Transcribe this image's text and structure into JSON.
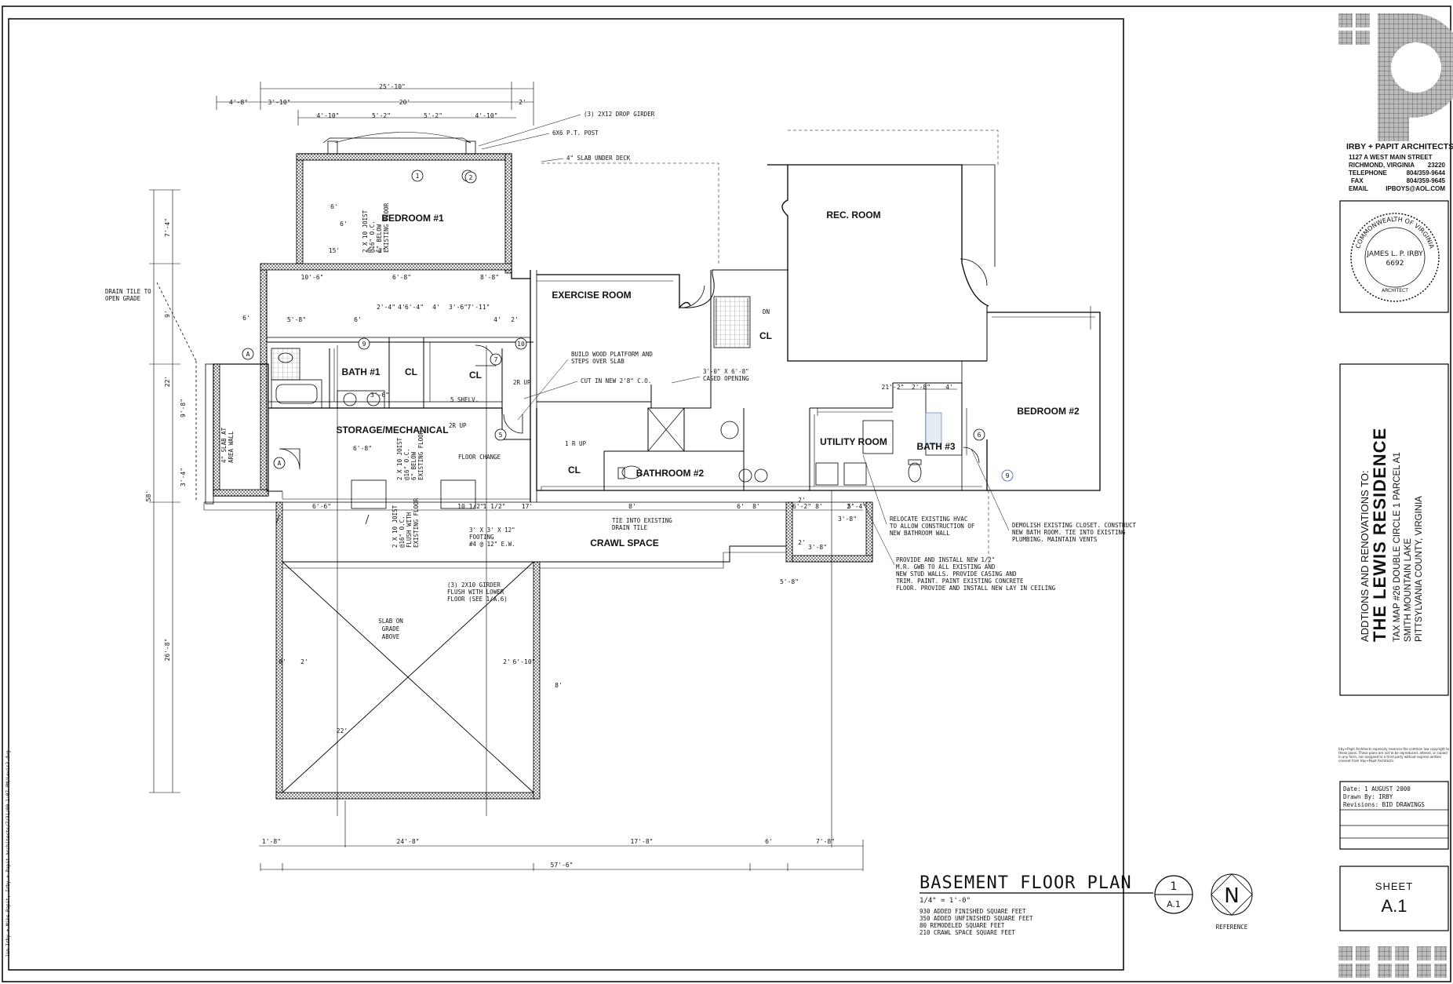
{
  "firm": {
    "name": "IRBY + PAPIT ARCHITECTS",
    "address1": "1127 A WEST MAIN STREET",
    "city": "RICHMOND, VIRGINIA",
    "zip": "23220",
    "telephone_label": "TELEPHONE",
    "telephone": "804/359-9644",
    "fax_label": "FAX",
    "fax": "804/359-9645",
    "email_label": "EMAIL",
    "email": "IPBOYS@AOL.COM"
  },
  "seal": {
    "top": "COMMONWEALTH OF VIRGINIA",
    "name": "JAMES L. P. IRBY",
    "number": "6692",
    "bottom": "ARCHITECT"
  },
  "project": {
    "subtitle": "ADDTIONS AND RENOVATIONS TO:",
    "title": "THE LEWIS RESIDENCE",
    "line1": "TAX MAP #26 DOUBLE CIRCLE 1 PARCEL A1",
    "line2": "SMITH MOUNTAIN LAKE",
    "line3": "PITTSYLVANIA COUNTY, VIRGINIA"
  },
  "copyright": "Irby+Papit Architects expressly reserves the common law copyright to these plans. These plans are not to be reproduced, altered, or copied in any form, nor assigned to a third party without express written consent from Irby+Papit Architects.",
  "info": {
    "date": "Date:  1 AUGUST 2000",
    "drawn": "Drawn By: IRBY",
    "revisions": "Revisions: BID DRAWINGS"
  },
  "sheet": {
    "label": "SHEET",
    "number": "A.1"
  },
  "plan": {
    "title": "BASEMENT FLOOR PLAN",
    "scale": "1/4\" = 1'-0\"",
    "bubble_num": "1",
    "bubble_sheet": "A.1",
    "north_label": "REFERENCE",
    "north_letter": "N",
    "sqft": [
      "930 ADDED FINISHED SQUARE FEET",
      "350 ADDED UNFINISHED SQUARE FEET",
      "80  REMODELED SQUARE FEET",
      "210 CRAWL SPACE SQUARE FEET"
    ]
  },
  "side_text": "Jim Irby + Mike Papit, Irby + Papit Architects/7/31/00 1:07 PM/Lewis3.dwg",
  "rooms": {
    "bedroom1": "BEDROOM #1",
    "rec": "REC. ROOM",
    "exercise": "EXERCISE ROOM",
    "bath1": "BATH #1",
    "cl": "CL",
    "storage": "STORAGE/MECHANICAL",
    "bathroom2": "BATHROOM #2",
    "utility": "UTILITY ROOM",
    "bath3": "BATH #3",
    "bedroom2": "BEDROOM #2",
    "crawl": "CRAWL SPACE",
    "slab1": "SLAB ON",
    "slab2": "GRADE",
    "slab3": "ABOVE"
  },
  "notes": {
    "girder": "(3) 2X12 DROP GIRDER",
    "post": "6X6 P.T. POST",
    "slabdeck": "4\" SLAB UNDER DECK",
    "drain1": "DRAIN TILE TO",
    "drain2": "OPEN GRADE",
    "platform1": "BUILD WOOD PLATFORM AND",
    "platform2": "STEPS OVER SLAB",
    "cutin": "CUT IN NEW 2'8\" C.O.",
    "cased1": "3'-0\" X 6'-8\"",
    "cased2": "CASED OPENING",
    "floorchange": "FLOOR CHANGE",
    "tie1": "TIE INTO EXISTING",
    "tie2": "DRAIN TILE",
    "footing1": "3' X 3' X 12\"",
    "footing2": "FOOTING",
    "footing3": "#4 @ 12\" E.W.",
    "girder2a": "(3) 2X10 GIRDER",
    "girder2b": "FLUSH WITH LOWER",
    "girder2c": "FLOOR (SEE 1/A.6)",
    "hvac1": "RELOCATE EXISTING HVAC",
    "hvac2": "TO ALLOW CONSTRUCTION OF",
    "hvac3": "NEW BATHROOM WALL",
    "demo1": "DEMOLISH EXISTING CLOSET. CONSTRUCT",
    "demo2": "NEW BATH ROOM. TIE INTO EXISTING",
    "demo3": "PLUMBING. MAINTAIN VENTS",
    "prov1": "PROVIDE AND INSTALL NEW 1/2\"",
    "prov2": "M.R. GWB TO ALL EXISTING AND",
    "prov3": "NEW STUD WALLS. PROVIDE CASING AND",
    "prov4": "TRIM. PAINT. PAINT EXISTING CONCRETE",
    "prov5": "FLOOR. PROVIDE AND INSTALL NEW LAY IN CEILING",
    "joist1": "2 X 10 JOIST",
    "joist2": "@16\" O.C.",
    "joist3": "6\" BELOW",
    "joist4": "EXISTING FLOOR",
    "joistb3": "FLUSH WITH",
    "areawall1": "4\" SLAB AT",
    "areawall2": "AREA WALL",
    "up2r": "2R UP",
    "up1r": "1 R UP",
    "shelv": "5 SHELV.",
    "dn": "DN"
  },
  "dims": {
    "top_total": "25'-10\"",
    "top_a": "4'-8\"",
    "top_b": "3'-10\"",
    "top_c": "20'",
    "top_d": "2'",
    "row2": [
      "4'-10\"",
      "5'-2\"",
      "5'-2\"",
      "4'-10\""
    ],
    "bottom": [
      "1'-8\"",
      "24'-8\"",
      "17'-8\"",
      "6'",
      "7'-8\""
    ],
    "bottom_total": "57'-6\"",
    "left_total": "58'",
    "left": [
      "7'-4\"",
      "9'",
      "22'",
      "26'-8\""
    ],
    "left_b": [
      "9'-8\"",
      "3'-4\""
    ],
    "inner": [
      "10'-6\"",
      "6'-8\"",
      "8'-8\"",
      "5'-8\"",
      "6'",
      "2'-4\"",
      "6'-4\"",
      "3'-6\"",
      "4'",
      "4'",
      "4'",
      "7'-11\"",
      "6'-6\"",
      "10 1/2\"",
      "1 1/2\"",
      "17'",
      "8'",
      "6'",
      "8'",
      "2'",
      "6'-2\"",
      "8'",
      "2'",
      "5'-4\"",
      "2'-8\"",
      "4'",
      "21'-2\"",
      "22'",
      "8'",
      "2'",
      "8'",
      "2'",
      "6'-10\"",
      "6'",
      "15'",
      "6'-2\"",
      "6'",
      "3'-6\"",
      "2'",
      "3'-8\"",
      "2'",
      "5'-8\"",
      "3'-8\"",
      "6'-8\"",
      "6'"
    ]
  },
  "tags": [
    "A",
    "A",
    "1",
    "2",
    "2",
    "9",
    "7",
    "10",
    "5",
    "6",
    "9"
  ]
}
